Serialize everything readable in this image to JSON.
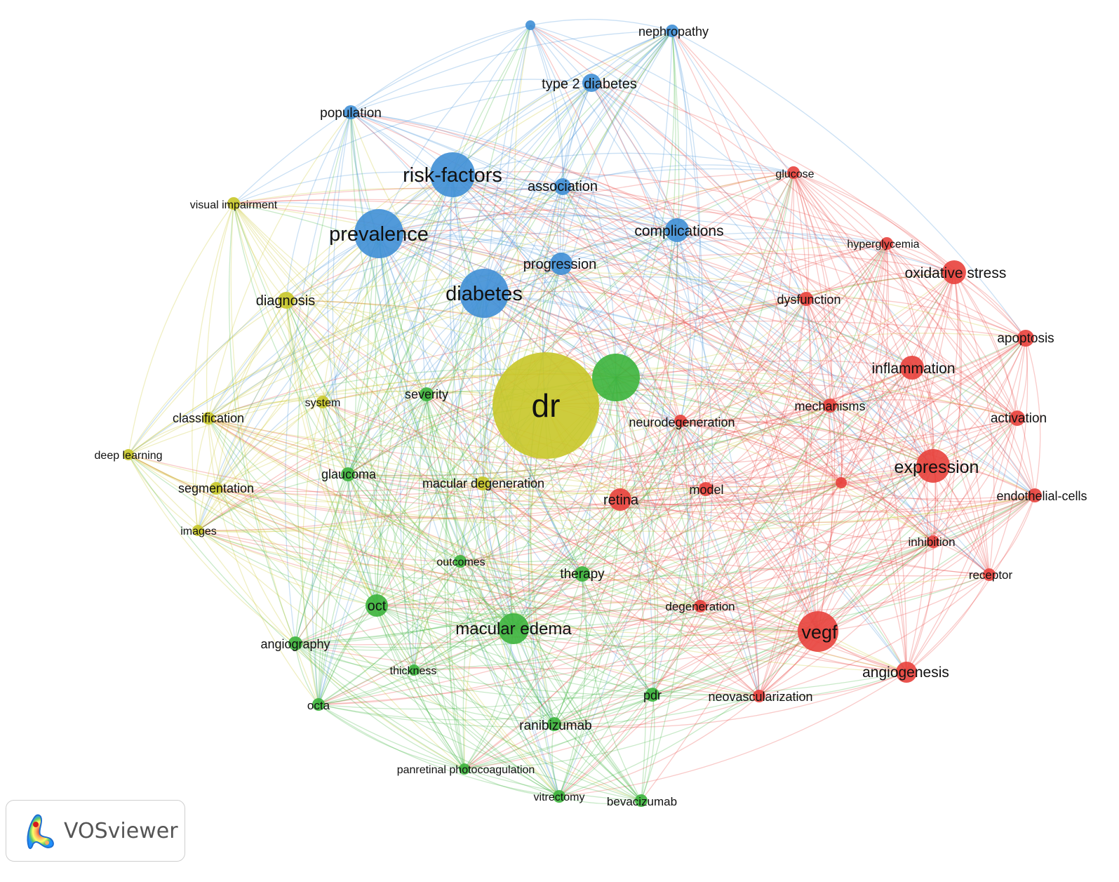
{
  "app": {
    "brand_label": "VOSviewer"
  },
  "colors": {
    "red": "#e8413c",
    "green": "#3cb43c",
    "blue": "#3f8fd6",
    "yellow": "#c8c628"
  },
  "clusters": {
    "red": [
      "expression",
      "vegf",
      "oxidative stress",
      "inflammation",
      "apoptosis",
      "activation",
      "endothelial-cells",
      "receptor",
      "inhibition",
      "angiogenesis",
      "neovascularization",
      "degeneration",
      "model",
      "retina",
      "mechanisms",
      "neurodegeneration",
      "dysfunction",
      "hyperglycemia",
      "glucose"
    ],
    "green": [
      "macular edema",
      "oct",
      "therapy",
      "outcomes",
      "angiography",
      "thickness",
      "octa",
      "ranibizumab",
      "pdr",
      "panretinal photocoagulation",
      "vitrectomy",
      "bevacizumab",
      "glaucoma",
      "severity"
    ],
    "blue": [
      "risk-factors",
      "prevalence",
      "diabetes",
      "complications",
      "progression",
      "association",
      "type 2 diabetes",
      "population",
      "nephropathy"
    ],
    "yellow": [
      "dr",
      "diagnosis",
      "visual impairment",
      "classification",
      "deep learning",
      "segmentation",
      "images",
      "system",
      "macular degeneration"
    ]
  },
  "nodes": [
    {
      "label": "dr",
      "cluster": "yellow"
    },
    {
      "label": "",
      "cluster": "green"
    },
    {
      "label": "risk-factors",
      "cluster": "blue"
    },
    {
      "label": "prevalence",
      "cluster": "blue"
    },
    {
      "label": "diabetes",
      "cluster": "blue"
    },
    {
      "label": "complications",
      "cluster": "blue"
    },
    {
      "label": "progression",
      "cluster": "blue"
    },
    {
      "label": "association",
      "cluster": "blue"
    },
    {
      "label": "type 2 diabetes",
      "cluster": "blue"
    },
    {
      "label": "population",
      "cluster": "blue"
    },
    {
      "label": "nephropathy",
      "cluster": "blue"
    },
    {
      "label": "",
      "cluster": "blue"
    },
    {
      "label": "glucose",
      "cluster": "red"
    },
    {
      "label": "hyperglycemia",
      "cluster": "red"
    },
    {
      "label": "oxidative stress",
      "cluster": "red"
    },
    {
      "label": "dysfunction",
      "cluster": "red"
    },
    {
      "label": "apoptosis",
      "cluster": "red"
    },
    {
      "label": "inflammation",
      "cluster": "red"
    },
    {
      "label": "mechanisms",
      "cluster": "red"
    },
    {
      "label": "activation",
      "cluster": "red"
    },
    {
      "label": "expression",
      "cluster": "red"
    },
    {
      "label": "",
      "cluster": "red"
    },
    {
      "label": "endothelial-cells",
      "cluster": "red"
    },
    {
      "label": "inhibition",
      "cluster": "red"
    },
    {
      "label": "receptor",
      "cluster": "red"
    },
    {
      "label": "vegf",
      "cluster": "red"
    },
    {
      "label": "angiogenesis",
      "cluster": "red"
    },
    {
      "label": "neovascularization",
      "cluster": "red"
    },
    {
      "label": "degeneration",
      "cluster": "red"
    },
    {
      "label": "model",
      "cluster": "red"
    },
    {
      "label": "retina",
      "cluster": "red"
    },
    {
      "label": "neurodegeneration",
      "cluster": "red"
    },
    {
      "label": "visual impairment",
      "cluster": "yellow"
    },
    {
      "label": "diagnosis",
      "cluster": "yellow"
    },
    {
      "label": "classification",
      "cluster": "yellow"
    },
    {
      "label": "deep learning",
      "cluster": "yellow"
    },
    {
      "label": "segmentation",
      "cluster": "yellow"
    },
    {
      "label": "images",
      "cluster": "yellow"
    },
    {
      "label": "system",
      "cluster": "yellow"
    },
    {
      "label": "macular degeneration",
      "cluster": "yellow"
    },
    {
      "label": "severity",
      "cluster": "green"
    },
    {
      "label": "glaucoma",
      "cluster": "green"
    },
    {
      "label": "outcomes",
      "cluster": "green"
    },
    {
      "label": "therapy",
      "cluster": "green"
    },
    {
      "label": "oct",
      "cluster": "green"
    },
    {
      "label": "macular edema",
      "cluster": "green"
    },
    {
      "label": "angiography",
      "cluster": "green"
    },
    {
      "label": "thickness",
      "cluster": "green"
    },
    {
      "label": "octa",
      "cluster": "green"
    },
    {
      "label": "ranibizumab",
      "cluster": "green"
    },
    {
      "label": "pdr",
      "cluster": "green"
    },
    {
      "label": "panretinal photocoagulation",
      "cluster": "green"
    },
    {
      "label": "vitrectomy",
      "cluster": "green"
    },
    {
      "label": "bevacizumab",
      "cluster": "green"
    }
  ]
}
